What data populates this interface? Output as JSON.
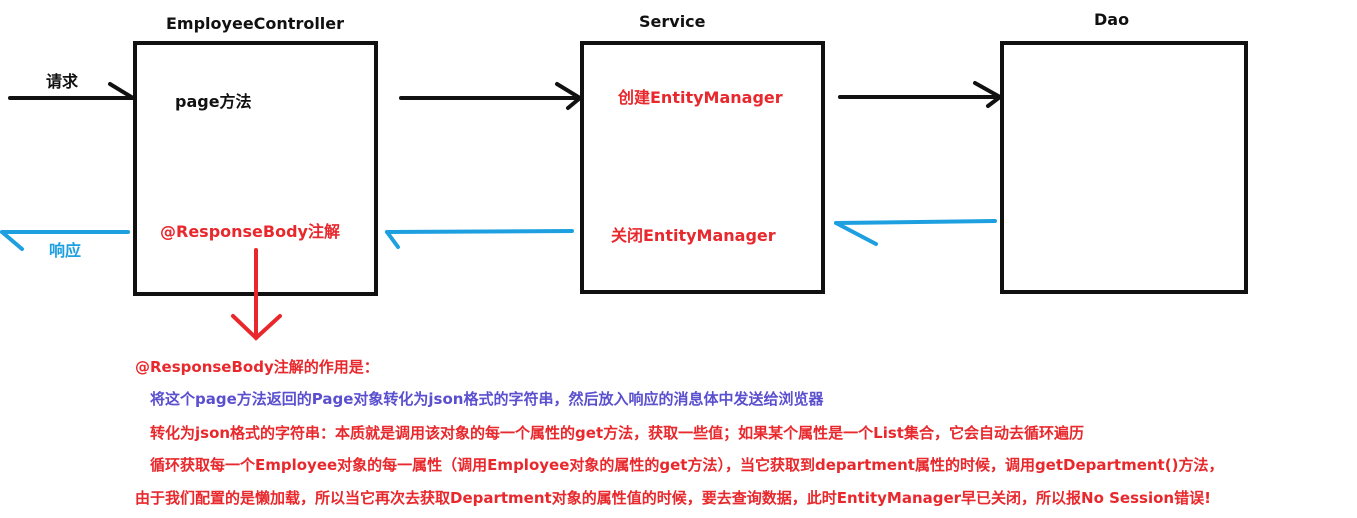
{
  "boxes": {
    "controller": {
      "title": "EmployeeController",
      "method": "page方法",
      "annotation": "@ResponseBody注解"
    },
    "service": {
      "title": "Service",
      "create": "创建EntityManager",
      "close": "关闭EntityManager"
    },
    "dao": {
      "title": "Dao"
    }
  },
  "arrows": {
    "request": "请求",
    "response": "响应"
  },
  "notes": {
    "heading": "@ResponseBody注解的作用是：",
    "line1": "将这个page方法返回的Page对象转化为json格式的字符串，然后放入响应的消息体中发送给浏览器",
    "line2": "转化为json格式的字符串：本质就是调用该对象的每一个属性的get方法，获取一些值；如果某个属性是一个List集合，它会自动去循环遍历",
    "line3": "循环获取每一个Employee对象的每一属性（调用Employee对象的属性的get方法），当它获取到department属性的时候，调用getDepartment()方法，",
    "line4": "由于我们配置的是懒加载，所以当它再次去获取Department对象的属性值的时候，要去查询数据，此时EntityManager早已关闭，所以报No Session错误!"
  },
  "colors": {
    "black": "#111111",
    "red": "#e8282c",
    "blue": "#1ea0e0",
    "purple": "#5a4fcf"
  }
}
